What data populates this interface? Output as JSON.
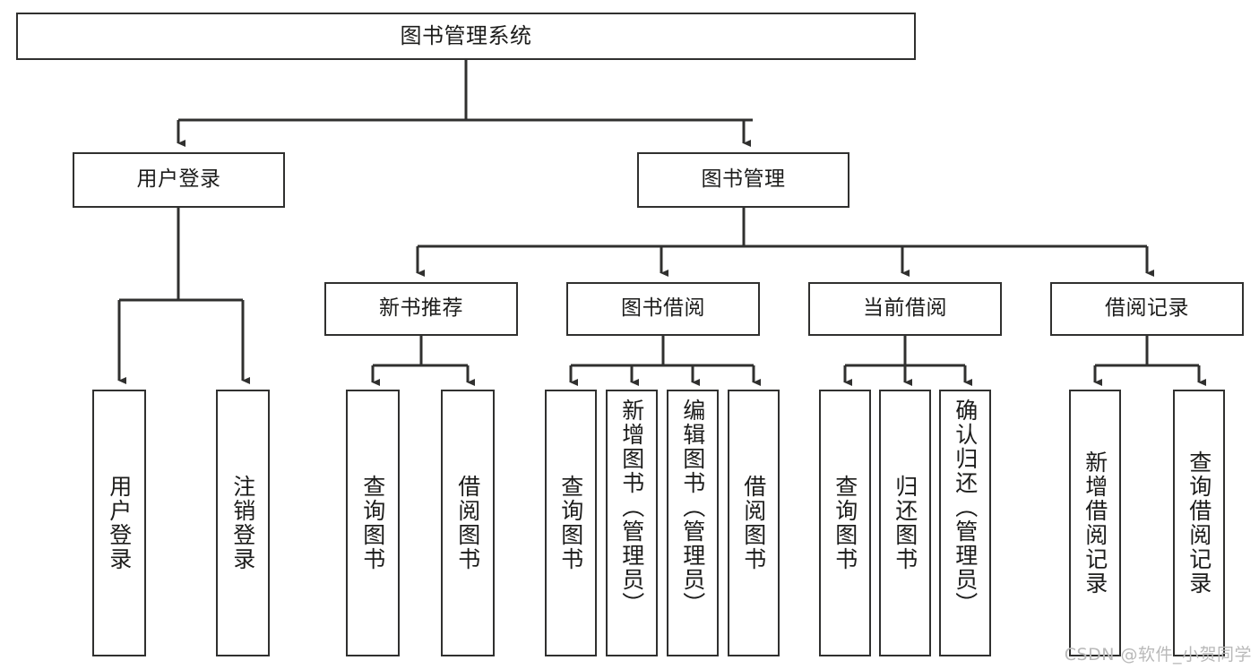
{
  "diagram": {
    "title": "图书管理系统",
    "root": {
      "label": "图书管理系统"
    },
    "level2": [
      {
        "label": "用户登录"
      },
      {
        "label": "图书管理"
      }
    ],
    "level3": [
      {
        "label": "新书推荐"
      },
      {
        "label": "图书借阅"
      },
      {
        "label": "当前借阅"
      },
      {
        "label": "借阅记录"
      }
    ],
    "leaves": {
      "user_login": [
        {
          "label": "用户登录"
        },
        {
          "label": "注销登录"
        }
      ],
      "new_book_recommend": [
        {
          "label": "查询图书"
        },
        {
          "label": "借阅图书"
        }
      ],
      "book_borrow": [
        {
          "label": "查询图书"
        },
        {
          "label": "新增图书（管理员）"
        },
        {
          "label": "编辑图书（管理员）"
        },
        {
          "label": "借阅图书"
        }
      ],
      "current_borrow": [
        {
          "label": "查询图书"
        },
        {
          "label": "归还图书"
        },
        {
          "label": "确认归还（管理员）"
        }
      ],
      "borrow_record": [
        {
          "label": "新增借阅记录"
        },
        {
          "label": "查询借阅记录"
        }
      ]
    }
  },
  "watermark": {
    "text": "CSDN @软件_小贺同学"
  },
  "colors": {
    "stroke": "#30302f",
    "text": "#1c1c1b",
    "background": "#ffffff",
    "watermark": "#b9b9b9"
  }
}
